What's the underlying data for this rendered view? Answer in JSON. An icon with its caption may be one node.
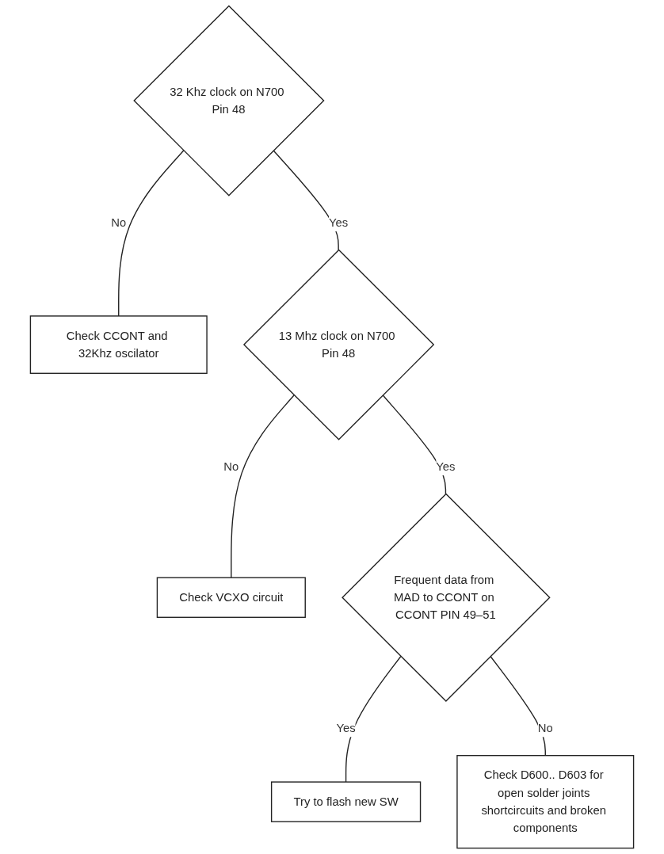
{
  "diagram": {
    "nodes": [
      {
        "text": [
          "32 Khz clock on N700 Pin 48"
        ]
      },
      {
        "text": [
          "Check CCONT and 32Khz oscilator"
        ]
      },
      {
        "text": [
          "13 Mhz clock on N700 Pin 48"
        ]
      },
      {
        "text": [
          "Check VCXO circuit"
        ]
      },
      {
        "text": [
          "Frequent data from MAD to CCONT on CCONT PIN 49–51"
        ]
      },
      {
        "text": [
          "Try to flash new SW"
        ]
      },
      {
        "text": [
          "Check D600.. D603 for open solder joints shortcircuits and broken components"
        ]
      }
    ],
    "edges": [
      {
        "from": 0,
        "to": 1,
        "label": "No",
        "arrow": "none"
      },
      {
        "from": 0,
        "to": 2,
        "label": "Yes",
        "arrow": "none"
      },
      {
        "from": 2,
        "to": 3,
        "label": "No",
        "arrow": "none"
      },
      {
        "from": 2,
        "to": 4,
        "label": "Yes",
        "arrow": "none"
      },
      {
        "from": 4,
        "to": 5,
        "label": "Yes",
        "arrow": "none"
      },
      {
        "from": 4,
        "to": 6,
        "label": "No",
        "arrow": "none"
      }
    ]
  }
}
